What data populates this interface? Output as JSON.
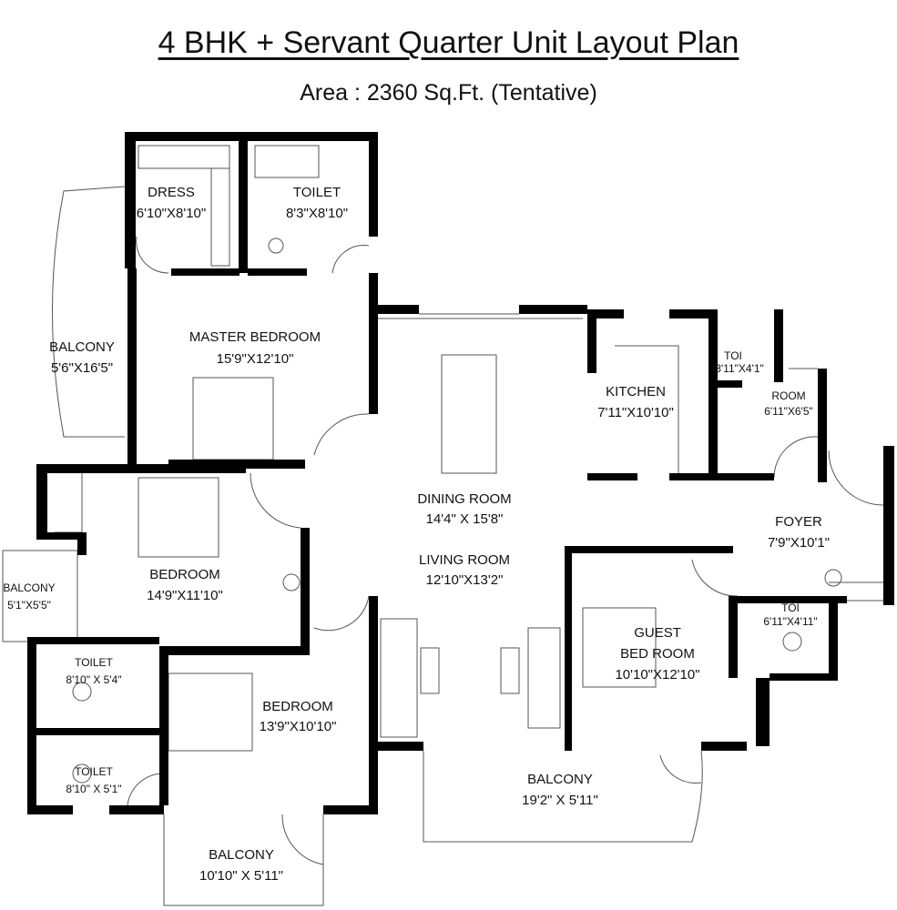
{
  "header": {
    "title": "4 BHK + Servant Quarter Unit Layout Plan",
    "subtitle": "Area : 2360 Sq.Ft. (Tentative)"
  },
  "rooms": [
    {
      "name": "DRESS",
      "size": "6'10\"X8'10\""
    },
    {
      "name": "TOILET",
      "size": "8'3\"X8'10\""
    },
    {
      "name": "BALCONY",
      "size": "5'6\"X16'5\""
    },
    {
      "name": "MASTER BEDROOM",
      "size": "15'9\"X12'10\""
    },
    {
      "name": "KITCHEN",
      "size": "7'11\"X10'10\""
    },
    {
      "name": "TOI",
      "size": "3'11\"X4'1\""
    },
    {
      "name": "ROOM",
      "size": "6'11\"X6'5\""
    },
    {
      "name": "DINING ROOM",
      "size": "14'4\" X 15'8\""
    },
    {
      "name": "FOYER",
      "size": "7'9\"X10'1\""
    },
    {
      "name": "BEDROOM",
      "size": "14'9\"X11'10\""
    },
    {
      "name": "BALCONY",
      "size": "5'1\"X5'5\""
    },
    {
      "name": "LIVING ROOM",
      "size": "12'10\"X13'2\""
    },
    {
      "name": "GUEST BED ROOM",
      "size": "10'10\"X12'10\""
    },
    {
      "name": "TOI",
      "size": "6'11\"X4'11\""
    },
    {
      "name": "TOILET",
      "size": "8'10\" X 5'4\""
    },
    {
      "name": "BEDROOM",
      "size": "13'9\"X10'10\""
    },
    {
      "name": "TOILET",
      "size": "8'10\" X 5'1\""
    },
    {
      "name": "BALCONY",
      "size": "19'2\" X 5'11\""
    },
    {
      "name": "BALCONY",
      "size": "10'10\" X 5'11\""
    }
  ],
  "colors": {
    "wall": "#000000",
    "line": "#555555",
    "background": "#ffffff"
  }
}
